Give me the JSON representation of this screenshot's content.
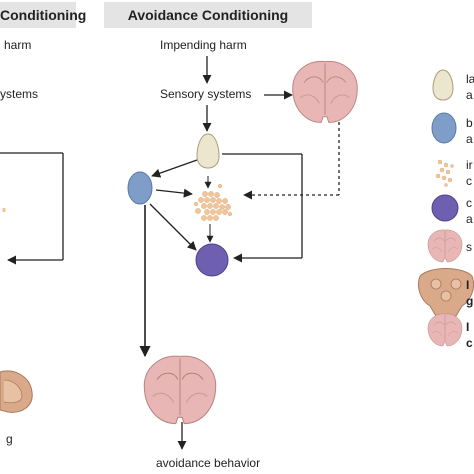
{
  "panels": {
    "left": {
      "title": "Conditioning",
      "labels": {
        "harm": "harm",
        "sensory": "ystems",
        "behavior": "g"
      }
    },
    "right": {
      "title": "Avoidance Conditioning",
      "labels": {
        "impending": "Impending harm",
        "sensory": "Sensory systems",
        "behavior": "avoidance behavior"
      }
    }
  },
  "legend": [
    {
      "icon": "lateral-amygdala-icon",
      "text1": "la",
      "text2": "a",
      "color": "#ede6cf"
    },
    {
      "icon": "basal-amygdala-icon",
      "text1": "b",
      "text2": "a",
      "color": "#7e9dc8"
    },
    {
      "icon": "intercalated-cells-icon",
      "text1": "ir",
      "text2": "c",
      "color": "#f2c49a"
    },
    {
      "icon": "central-amygdala-icon",
      "text1": "c",
      "text2": "a",
      "color": "#6f5fb0"
    },
    {
      "icon": "brain-coronal-icon",
      "text1": "s",
      "text2": "",
      "color": "#e8b6b4"
    },
    {
      "icon": "brainstem-icon",
      "text1": "I",
      "text2": "g",
      "color": "#d9a98a"
    },
    {
      "icon": "brain-coronal-2-icon",
      "text1": "I",
      "text2": "c",
      "color": "#e8b6b4"
    }
  ],
  "colors": {
    "header_bg": "#e4e4e4",
    "brain": "#e8b6b4",
    "lateral": "#ede6cf",
    "basal": "#7e9dc8",
    "itc": "#f2c49a",
    "central": "#6f5fb0",
    "brainstem": "#d9a98a"
  }
}
